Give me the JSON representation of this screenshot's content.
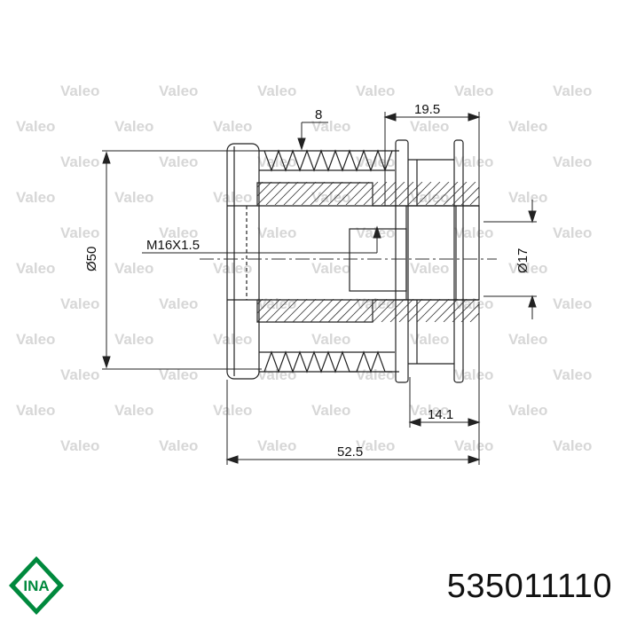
{
  "watermark": "Valeo",
  "dimensions": {
    "groove_pitch": "8",
    "hub_length": "19.5",
    "thread": "M16X1.5",
    "outer_diameter": "Ø50",
    "bore_diameter": "Ø17",
    "inner_length": "14.1",
    "total_length": "52.5"
  },
  "brand": {
    "logo_text": "INA",
    "color": "#00893d"
  },
  "part_number": "535011110"
}
